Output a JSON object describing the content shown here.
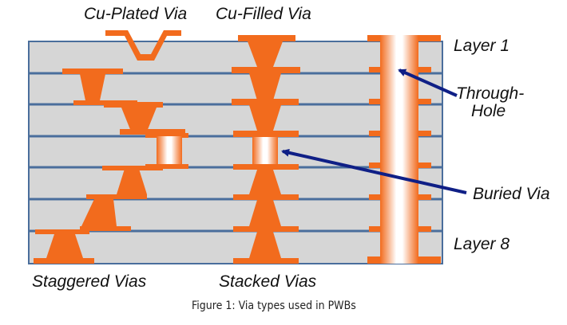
{
  "labels": {
    "cu_plated_via": "Cu-Plated Via",
    "cu_filled_via": "Cu-Filled Via",
    "layer_1": "Layer 1",
    "through_hole_line1": "Through-",
    "through_hole_line2": "Hole",
    "buried_via": "Buried Via",
    "layer_8": "Layer 8",
    "staggered_vias": "Staggered Vias",
    "stacked_vias": "Stacked Vias"
  },
  "caption": "Figure 1: Via types used in PWBs",
  "colors": {
    "board": "#d6d6d6",
    "layer_line": "#4a6e9c",
    "copper": "#f26b1d",
    "arrow": "#0f1f86",
    "text": "#111111"
  }
}
